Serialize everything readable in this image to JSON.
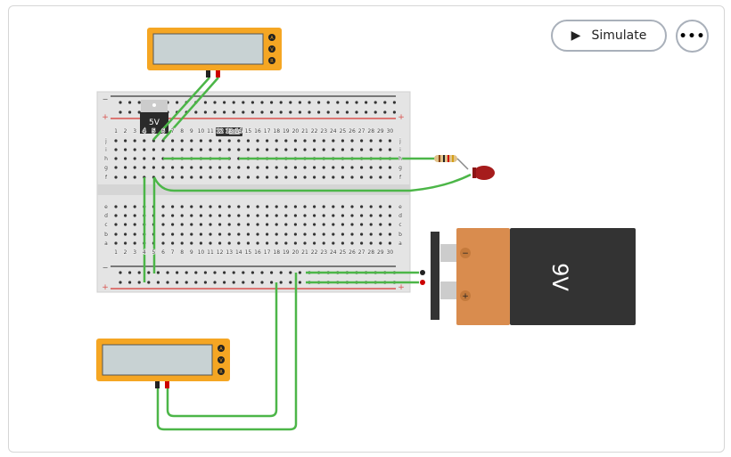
{
  "toolbar": {
    "simulate_label": "Simulate",
    "more_label": "•••",
    "play_icon": "play-icon"
  },
  "regulator": {
    "label": "5V"
  },
  "battery": {
    "label": "9V",
    "minus": "−",
    "plus": "+"
  },
  "multimeter": {
    "modes": [
      "A",
      "V",
      "R"
    ]
  },
  "breadboard": {
    "rows_top": [
      "j",
      "i",
      "h",
      "g",
      "f"
    ],
    "rows_bottom": [
      "e",
      "d",
      "c",
      "b",
      "a"
    ],
    "columns": 30,
    "rail_minus": "−",
    "rail_plus": "+"
  },
  "colors": {
    "wire": "#4cb648",
    "meter": "#f5a623",
    "rail_red": "#d9534f",
    "led": "#b22222"
  }
}
